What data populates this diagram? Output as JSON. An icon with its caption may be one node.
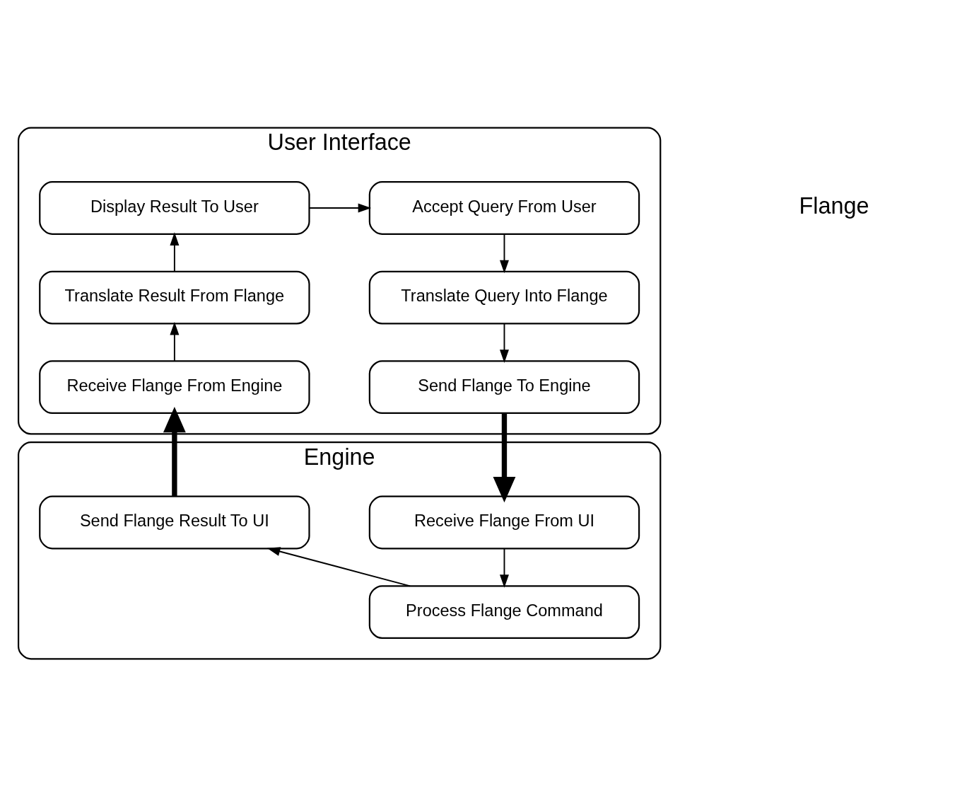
{
  "diagram": {
    "nodes": [
      {
        "text": [
          "User Interface"
        ]
      },
      {
        "text": [
          "Accept Query From User"
        ],
        "in": 0
      },
      {
        "text": [
          "Display Result To User"
        ],
        "in": 0
      },
      {
        "text": [
          "Translate Query Into Flange"
        ],
        "in": 0
      },
      {
        "text": [
          "Translate Result From Flange"
        ],
        "in": 0
      },
      {
        "text": [
          "Send Flange To Engine"
        ],
        "in": 0
      },
      {
        "text": [
          "Receive Flange From Engine"
        ],
        "in": 0
      },
      {
        "text": [
          "Engine"
        ]
      },
      {
        "text": [
          "Receive Flange From UI"
        ],
        "in": 7
      },
      {
        "text": [
          "Send Flange Result To UI"
        ],
        "in": 7
      },
      {
        "text": [
          "Process Flange Command"
        ],
        "in": 7
      }
    ],
    "edges": [
      {
        "from": 1,
        "to": 3,
        "arrow": "to"
      },
      {
        "from": 3,
        "to": 5,
        "arrow": "to"
      },
      {
        "from": 5,
        "to": 8,
        "arrow": "to",
        "style": "thick"
      },
      {
        "from": 8,
        "to": 10,
        "arrow": "to"
      },
      {
        "from": 10,
        "to": 9,
        "arrow": "to"
      },
      {
        "from": 9,
        "to": 6,
        "arrow": "to",
        "style": "thick"
      },
      {
        "from": 6,
        "to": 4,
        "arrow": "to"
      },
      {
        "from": 4,
        "to": 2,
        "arrow": "to"
      },
      {
        "from": 2,
        "to": 1,
        "arrow": "to"
      }
    ],
    "labels": [
      "Flange"
    ]
  }
}
